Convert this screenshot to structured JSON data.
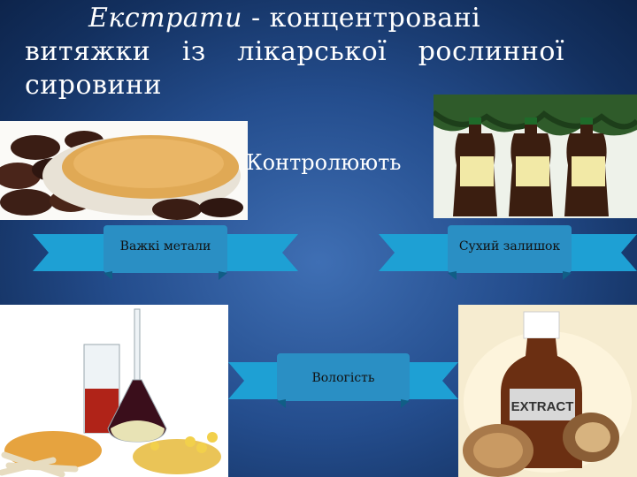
{
  "title": {
    "italic_term": "Екстрати",
    "rest_line1": " - концентровані",
    "line2_words": [
      "витяжки",
      "із",
      "лікарської",
      "рослинної"
    ],
    "line3": "сировини"
  },
  "center_label": "Контролюють",
  "ribbons": {
    "heavy_metals": "Важкі метали",
    "dry_residue": "Сухий залишок",
    "moisture": "Вологість"
  },
  "bottle_label": "EXTRACT",
  "colors": {
    "background": "#244d8d",
    "ribbon_fill": "#1ea0d4",
    "ribbon_label_bg": "#2a8fc4",
    "text": "#ffffff"
  }
}
